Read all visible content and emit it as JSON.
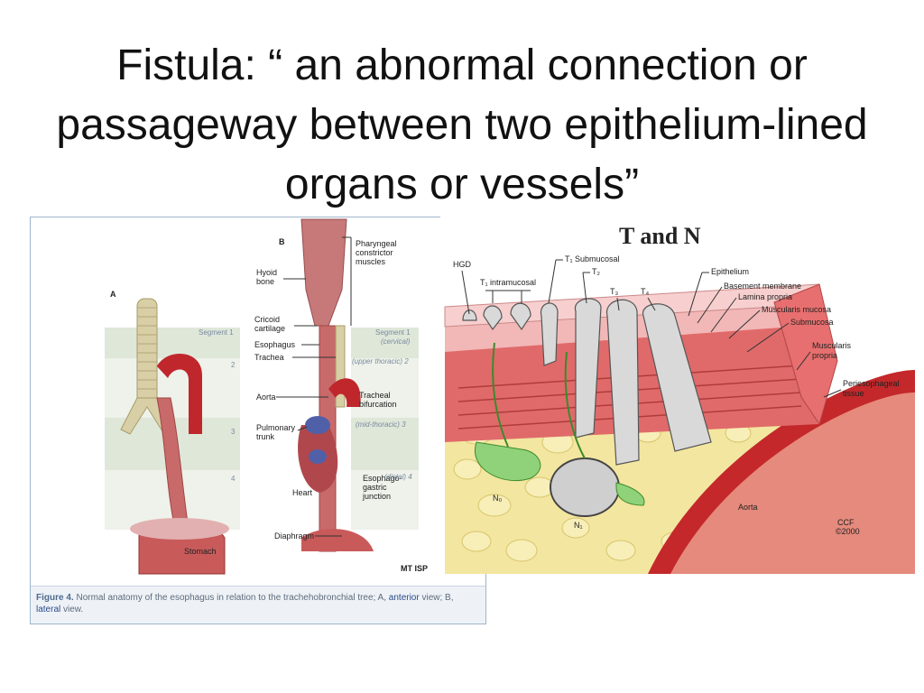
{
  "slide": {
    "title": "Fistula: “ an abnormal connection or passageway between two epithelium-lined organs or vessels”"
  },
  "left_figure": {
    "panel_a": "A",
    "panel_b": "B",
    "labels": {
      "pharyngeal_1": "Pharyngeal",
      "pharyngeal_2": "constrictor",
      "pharyngeal_3": "muscles",
      "hyoid_1": "Hyoid",
      "hyoid_2": "bone",
      "cricoid_1": "Cricoid",
      "cricoid_2": "cartilage",
      "esophagus": "Esophagus",
      "trachea": "Trachea",
      "aorta": "Aorta",
      "tracheal_bif_1": "Tracheal",
      "tracheal_bif_2": "bifurcation",
      "pulmonary_1": "Pulmonary",
      "pulmonary_2": "trunk",
      "heart": "Heart",
      "ege_1": "Esophago-",
      "ege_2": "gastric",
      "ege_3": "junction",
      "diaphragm": "Diaphragm",
      "stomach": "Stomach"
    },
    "segments": {
      "a1": "Segment 1",
      "a2": "2",
      "a3": "3",
      "a4": "4",
      "b1": "Segment 1",
      "b1_sub": "(cervical)",
      "b2": "(upper thoracic) 2",
      "b3": "(mid-thoracic) 3",
      "b4": "(distal) 4"
    },
    "logo": "MT ISP",
    "caption": {
      "figure": "Figure 4.",
      "text1": " Normal anatomy of the esophagus in relation to the trachehobronchial tree; A, ",
      "anterior": "anterior",
      "text2": " view; B, ",
      "lateral": "lateral",
      "text3": " view."
    }
  },
  "right_figure": {
    "title": "T and N",
    "labels": {
      "hgd": "HGD",
      "t1_submucosal": "T₁ Submucosal",
      "t1_intramucosal": "T₁ intramucosal",
      "t2": "T₂",
      "t3": "T₃",
      "t4": "T₄",
      "epithelium": "Epithelium",
      "basement": "Basement membrane",
      "lamina": "Lamina propria",
      "musc_mucosa": "Muscularis mucosa",
      "submucosa": "Submucosa",
      "musc_propria_1": "Muscularis",
      "musc_propria_2": "propria",
      "periesophageal_1": "Periesophageal",
      "periesophageal_2": "tissue",
      "n0": "N₀",
      "n1": "N₁",
      "aorta": "Aorta",
      "ccf_1": "CCF",
      "ccf_2": "©2000"
    }
  }
}
